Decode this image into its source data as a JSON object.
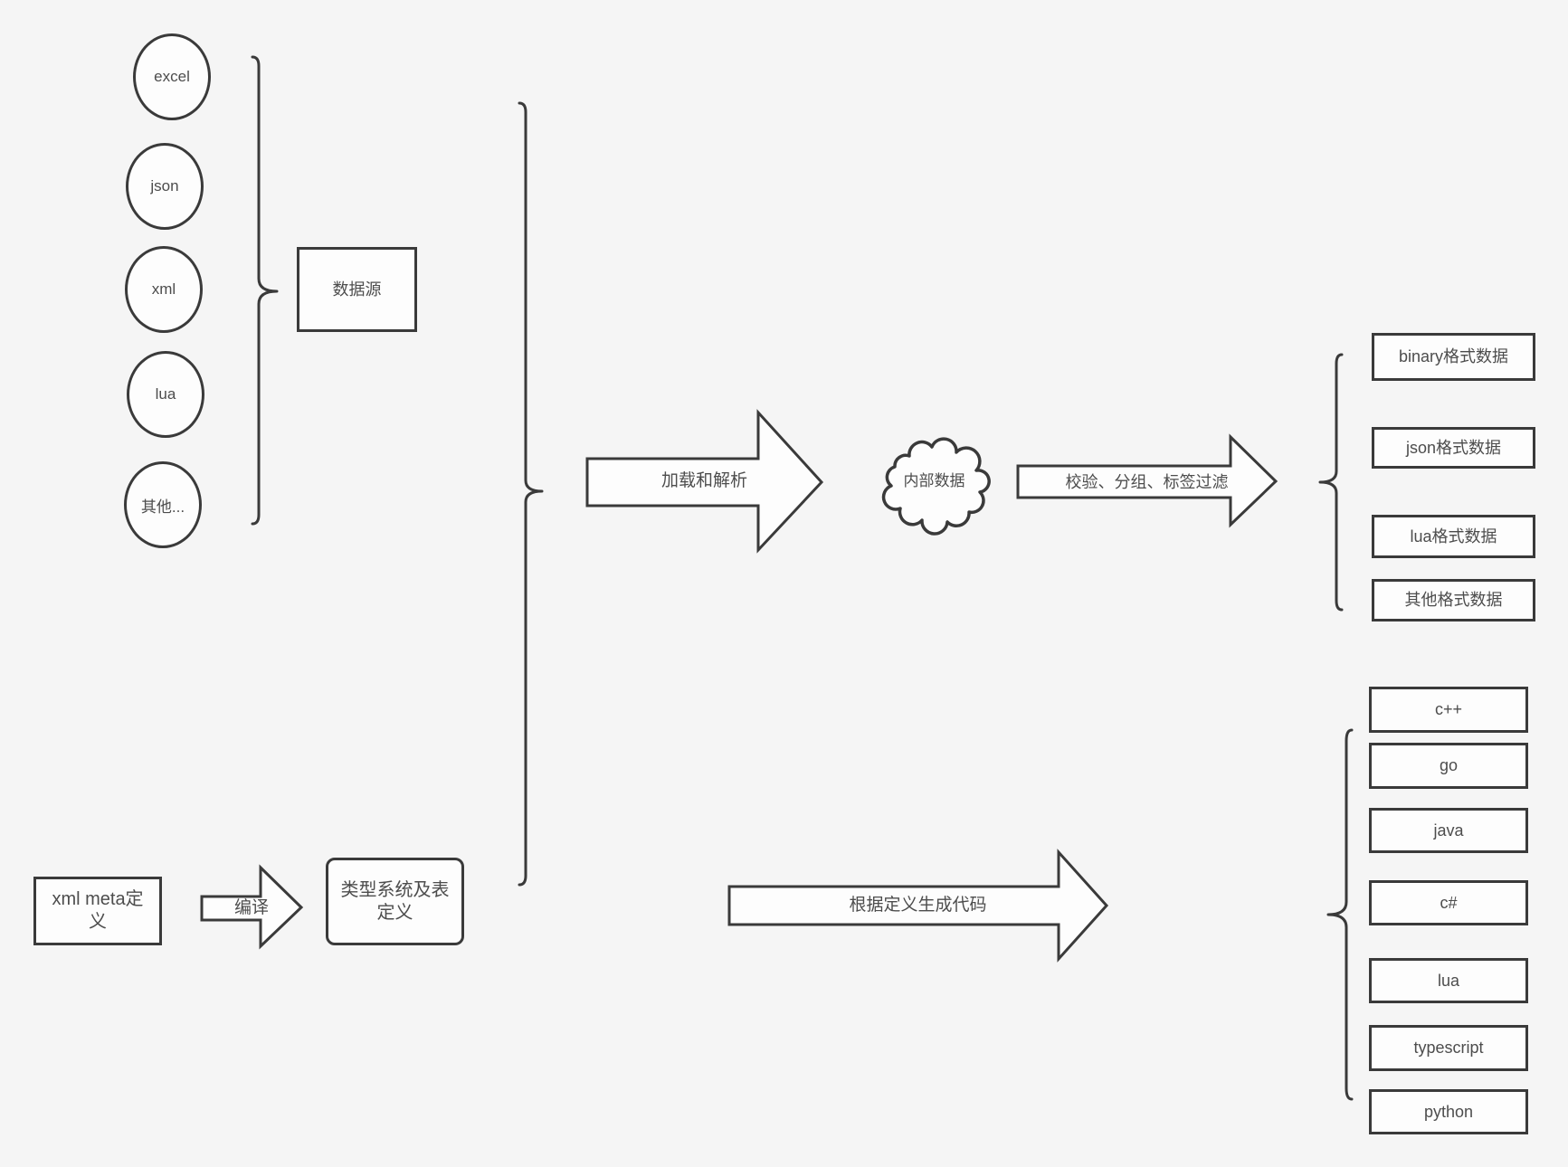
{
  "colors": {
    "background": "#f5f5f5",
    "stroke": "#3a3a3a",
    "shape_fill": "#fdfdfd",
    "text": "#4d4d4d"
  },
  "sources": {
    "items": [
      "excel",
      "json",
      "xml",
      "lua",
      "其他..."
    ],
    "group_label": "数据源"
  },
  "pipeline": {
    "load_arrow_label": "加载和解析",
    "internal_data_label": "内部数据",
    "filter_arrow_label": "校验、分组、标签过滤"
  },
  "data_formats": [
    "binary格式数据",
    "json格式数据",
    "lua格式数据",
    "其他格式数据"
  ],
  "definition": {
    "xml_meta_label": "xml meta定义",
    "compile_arrow_label": "编译",
    "type_system_label": "类型系统及表定义",
    "codegen_arrow_label": "根据定义生成代码"
  },
  "languages": [
    "c++",
    "go",
    "java",
    "c#",
    "lua",
    "typescript",
    "python"
  ]
}
